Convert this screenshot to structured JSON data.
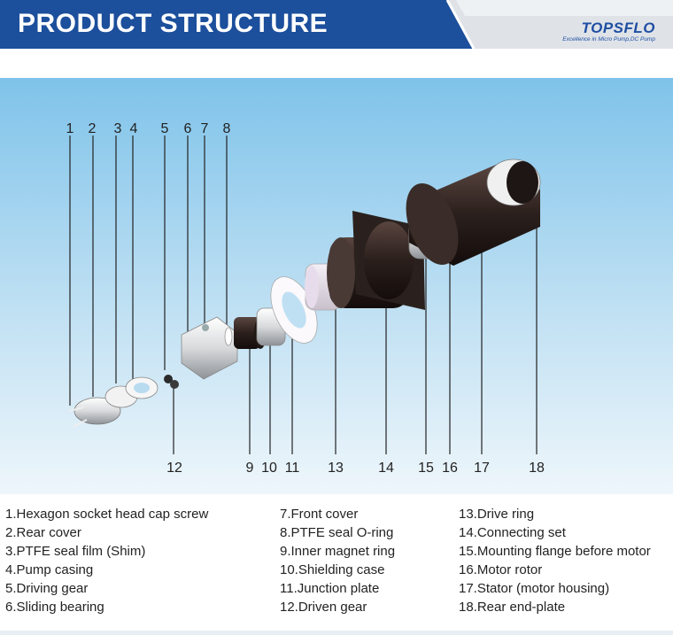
{
  "header": {
    "title": "PRODUCT STRUCTURE",
    "logo_name": "TOPSFLO",
    "logo_tagline": "Excellence in Micro Pump,DC Pump"
  },
  "colors": {
    "banner_blue": "#1c4f9c",
    "banner_grey": "#d7dbe0",
    "sky_top": "#7fc3ea",
    "sky_bottom": "#e8f3fa",
    "brand": "#1f4fa3"
  },
  "callouts": [
    "1",
    "2",
    "3",
    "4",
    "5",
    "6",
    "7",
    "8",
    "9",
    "10",
    "11",
    "12",
    "13",
    "14",
    "15",
    "16",
    "17",
    "18"
  ],
  "legend": {
    "col1": [
      "1.Hexagon socket head cap screw",
      "2.Rear cover",
      "3.PTFE seal film (Shim)",
      "4.Pump casing",
      "5.Driving gear",
      "6.Sliding bearing"
    ],
    "col2": [
      "7.Front cover",
      "8.PTFE seal O-ring",
      "9.Inner magnet ring",
      "10.Shielding case",
      "11.Junction plate",
      "12.Driven gear"
    ],
    "col3": [
      "13.Drive ring",
      "14.Connecting set",
      "15.Mounting flange before motor",
      "16.Motor rotor",
      "17.Stator (motor housing)",
      "18.Rear end-plate"
    ]
  }
}
